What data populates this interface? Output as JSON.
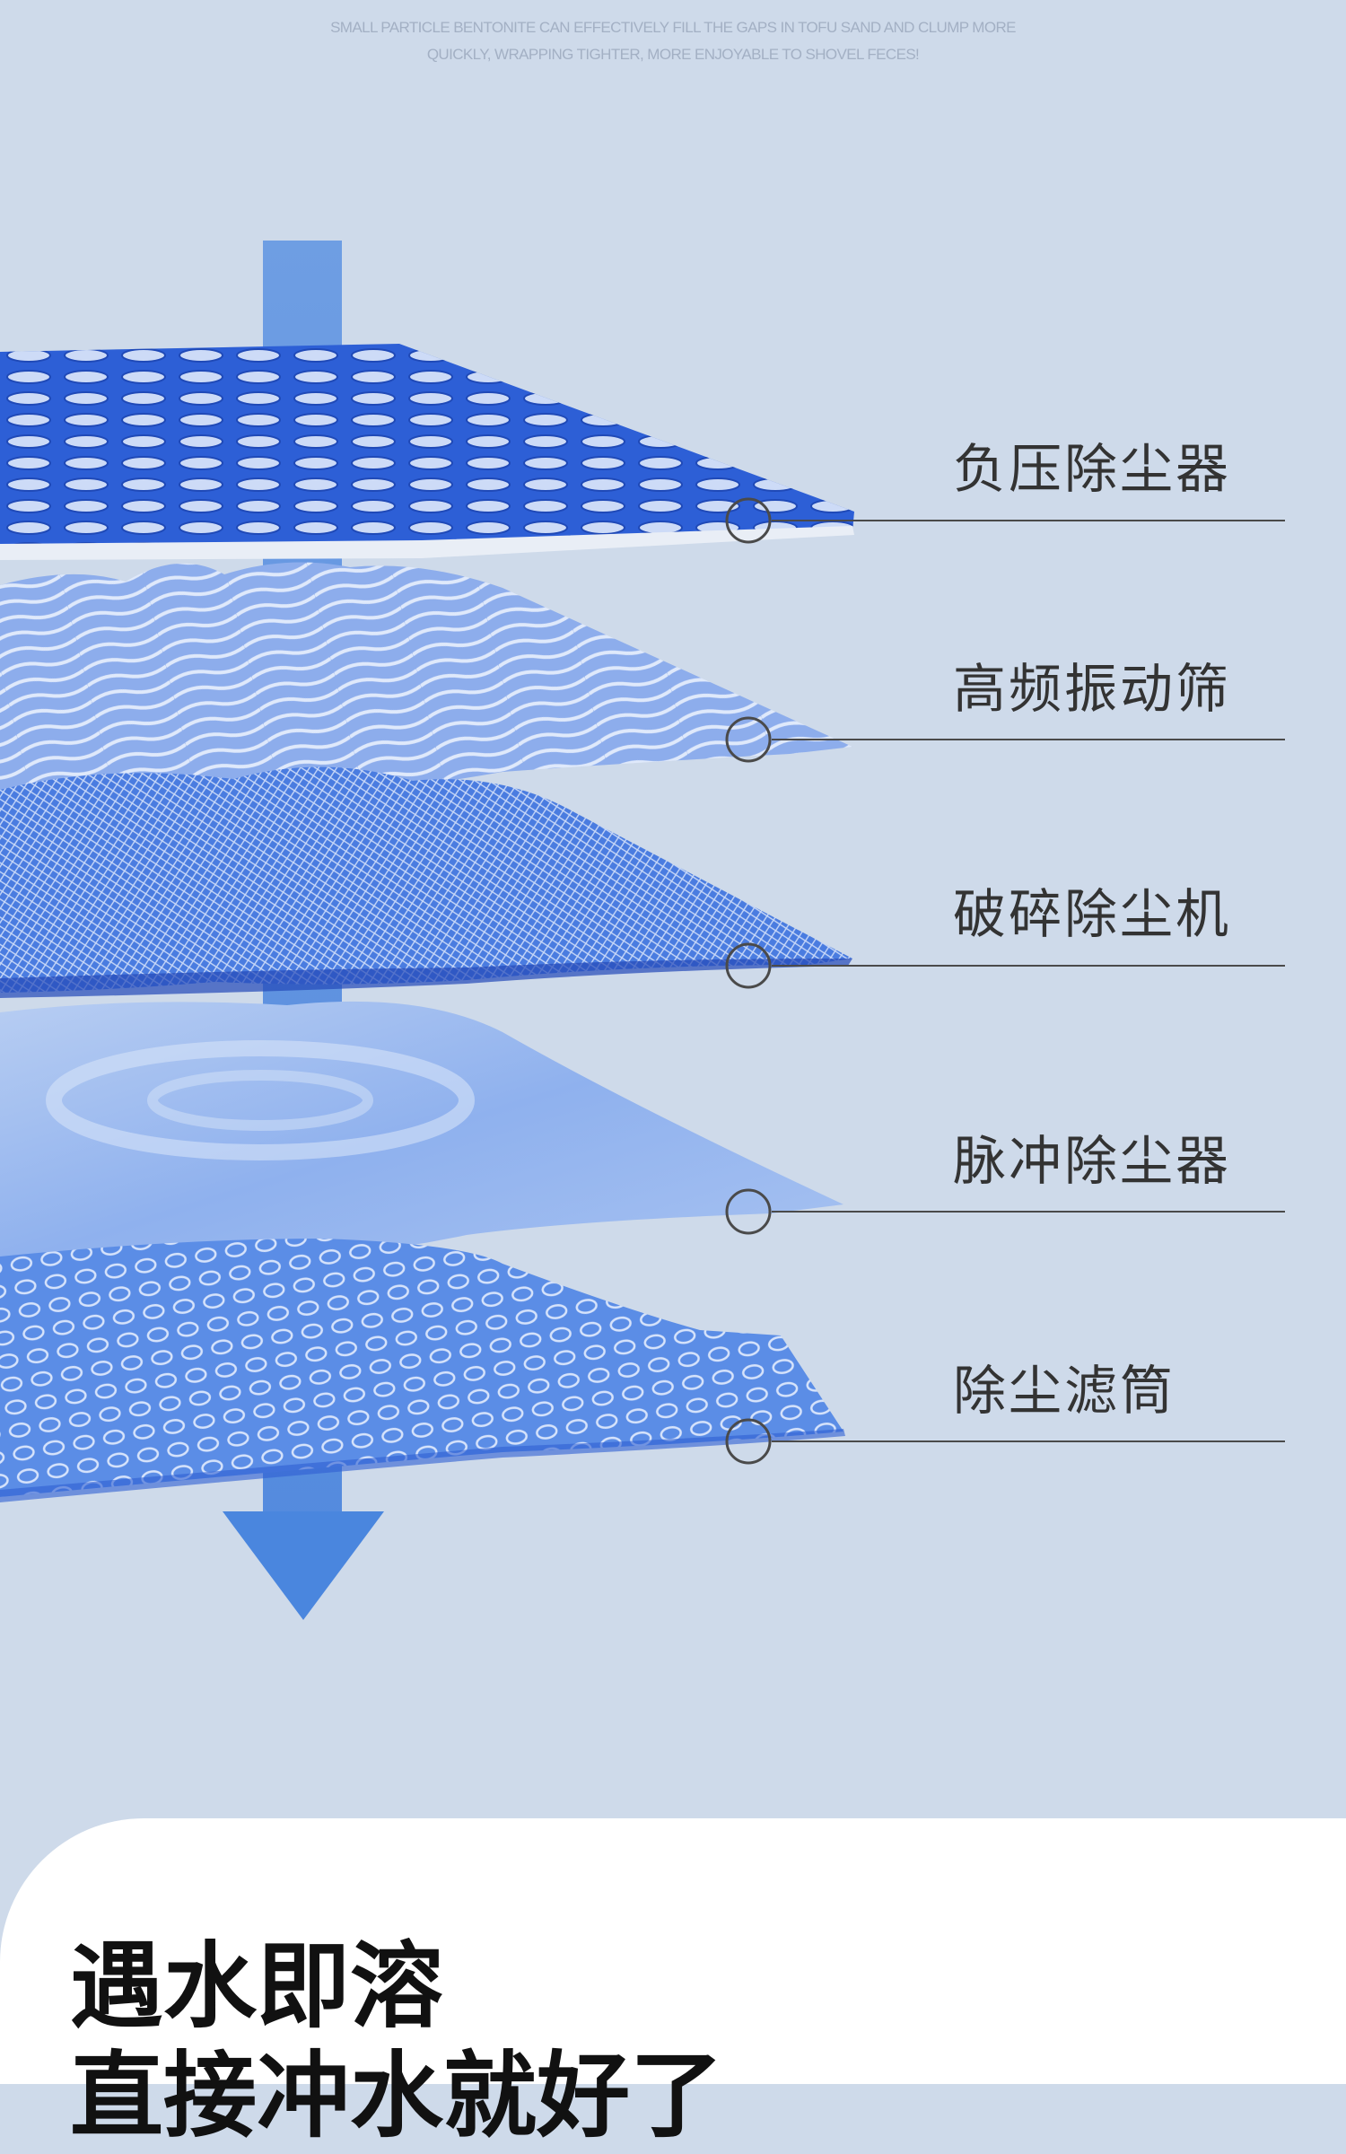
{
  "caption": {
    "line1": "SMALL PARTICLE BENTONITE CAN EFFECTIVELY FILL THE GAPS IN TOFU SAND AND CLUMP MORE",
    "line2": "QUICKLY, WRAPPING TIGHTER, MORE ENJOYABLE TO SHOVEL FECES!"
  },
  "layers": [
    {
      "label": "负压除尘器"
    },
    {
      "label": "高频振动筛"
    },
    {
      "label": "破碎除尘机"
    },
    {
      "label": "脉冲除尘器"
    },
    {
      "label": "除尘滤筒"
    }
  ],
  "headline": {
    "line1": "遇水即溶",
    "line2": "直接冲水就好了"
  },
  "colors": {
    "background": "#cedaea",
    "arrow": "#4a86de",
    "layer_blue": "#2f63d8",
    "layer_light": "#a9c4f2",
    "label_text": "#333333",
    "leader_line": "#4a4a4a"
  }
}
